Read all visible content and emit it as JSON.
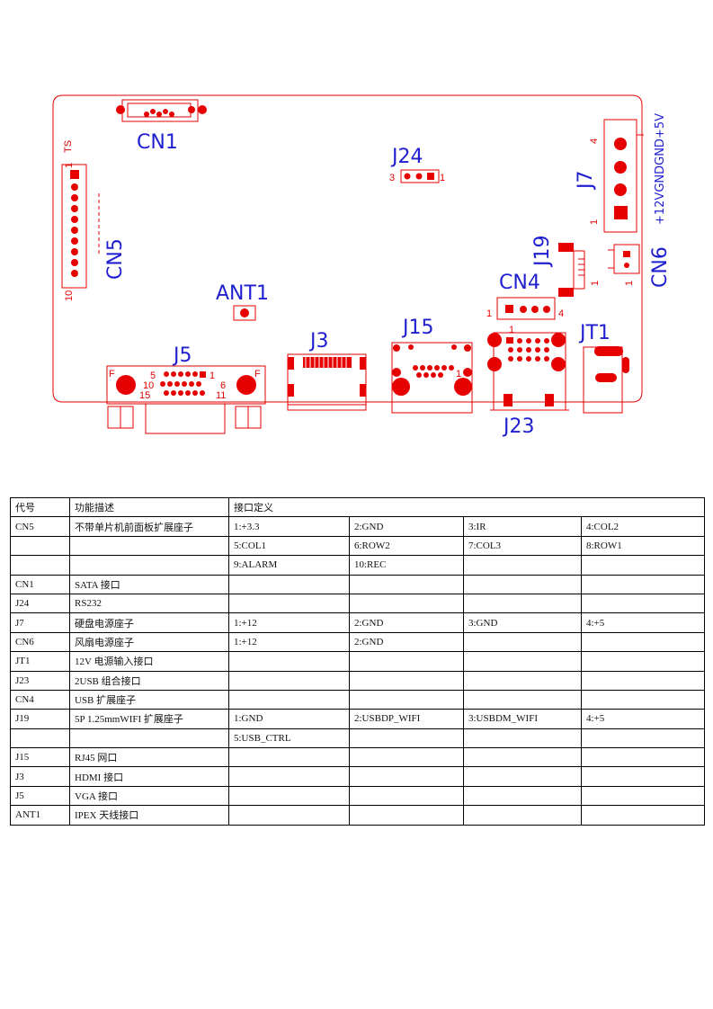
{
  "diagram": {
    "connectors": {
      "CN1": "CN1",
      "CN5": "CN5",
      "J24": "J24",
      "J7": "J7",
      "J19": "J19",
      "CN6": "CN6",
      "ANT1": "ANT1",
      "CN4": "CN4",
      "J15": "J15",
      "J3": "J3",
      "J5": "J5",
      "JT1": "JT1",
      "J23": "J23"
    },
    "pin_labels": {
      "ts": "TS",
      "cn5_first": "1",
      "cn5_last": "10",
      "j24_left": "3",
      "j24_right": "1",
      "j7_top": "4",
      "j7_bottom": "1",
      "j7_side": "+12VGNDGND+5V",
      "j19_pin": "1",
      "cn6_pin": "1",
      "cn4_left": "1",
      "cn4_right": "4",
      "j5_row1_left": "5",
      "j5_row1_right": "1",
      "j5_row2_left": "10",
      "j5_row2_right": "6",
      "j5_row3_left": "15",
      "j5_row3_right": "11",
      "j5_f": "F",
      "j15_pin": "1",
      "j23_pin": "1"
    }
  },
  "table": {
    "header": [
      "代号",
      "功能描述",
      "接口定义",
      "",
      "",
      ""
    ],
    "rows": [
      [
        "CN5",
        "不带单片机前面板扩展座子",
        "1:+3.3",
        "2:GND",
        "3:IR",
        "4:COL2"
      ],
      [
        "",
        "",
        "5:COL1",
        "6:ROW2",
        "7:COL3",
        "8:ROW1"
      ],
      [
        "",
        "",
        "9:ALARM",
        "10:REC",
        "",
        ""
      ],
      [
        "CN1",
        "SATA 接口",
        "",
        "",
        "",
        ""
      ],
      [
        "J24",
        "RS232",
        "",
        "",
        "",
        ""
      ],
      [
        "J7",
        "硬盘电源座子",
        "1:+12",
        "2:GND",
        "3:GND",
        "4:+5"
      ],
      [
        "CN6",
        "风扇电源座子",
        "1:+12",
        "2:GND",
        "",
        ""
      ],
      [
        "JT1",
        "12V 电源输入接口",
        "",
        "",
        "",
        ""
      ],
      [
        "J23",
        "2USB 组合接口",
        "",
        "",
        "",
        ""
      ],
      [
        "CN4",
        "USB 扩展座子",
        "",
        "",
        "",
        ""
      ],
      [
        "J19",
        "5P 1.25mmWIFI 扩展座子",
        "1:GND",
        "2:USBDP_WIFI",
        "3:USBDM_WIFI",
        "4:+5"
      ],
      [
        "",
        "",
        "5:USB_CTRL",
        "",
        "",
        ""
      ],
      [
        "J15",
        "RJ45 网口",
        "",
        "",
        "",
        ""
      ],
      [
        "J3",
        "HDMI 接口",
        "",
        "",
        "",
        ""
      ],
      [
        "J5",
        "VGA 接口",
        "",
        "",
        "",
        ""
      ],
      [
        "ANT1",
        "IPEX 天线接口",
        "",
        "",
        "",
        ""
      ]
    ]
  }
}
